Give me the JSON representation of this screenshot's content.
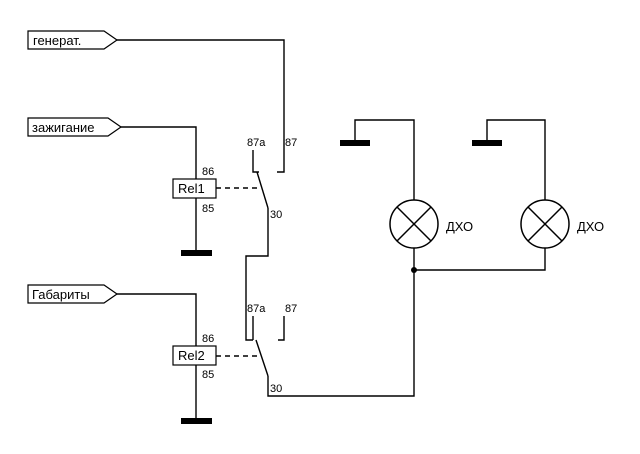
{
  "inputs": {
    "generator": "генерат.",
    "ignition": "зажигание",
    "parking_lights": "Габариты"
  },
  "relays": [
    {
      "name": "Rel1",
      "pin_86": "86",
      "pin_85": "85",
      "pin_87a": "87a",
      "pin_87": "87",
      "pin_30": "30"
    },
    {
      "name": "Rel2",
      "pin_86": "86",
      "pin_85": "85",
      "pin_87a": "87a",
      "pin_87": "87",
      "pin_30": "30"
    }
  ],
  "lamps": [
    {
      "label": "ДХО"
    },
    {
      "label": "ДХО"
    }
  ]
}
